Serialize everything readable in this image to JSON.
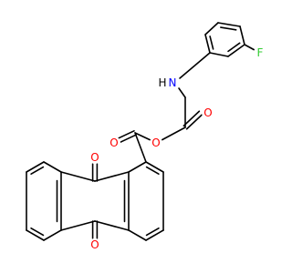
{
  "molecule": {
    "atoms": [
      {
        "label": "O",
        "color": "#ff0000"
      },
      {
        "label": "O",
        "color": "#ff0000"
      },
      {
        "label": "O",
        "color": "#ff0000"
      },
      {
        "label": "O",
        "color": "#ff0000"
      },
      {
        "label": "O",
        "color": "#ff0000"
      },
      {
        "label": "N",
        "color": "#0000ff"
      },
      {
        "label": "H",
        "color": "#000000"
      },
      {
        "label": "F",
        "color": "#33cc33"
      }
    ]
  }
}
